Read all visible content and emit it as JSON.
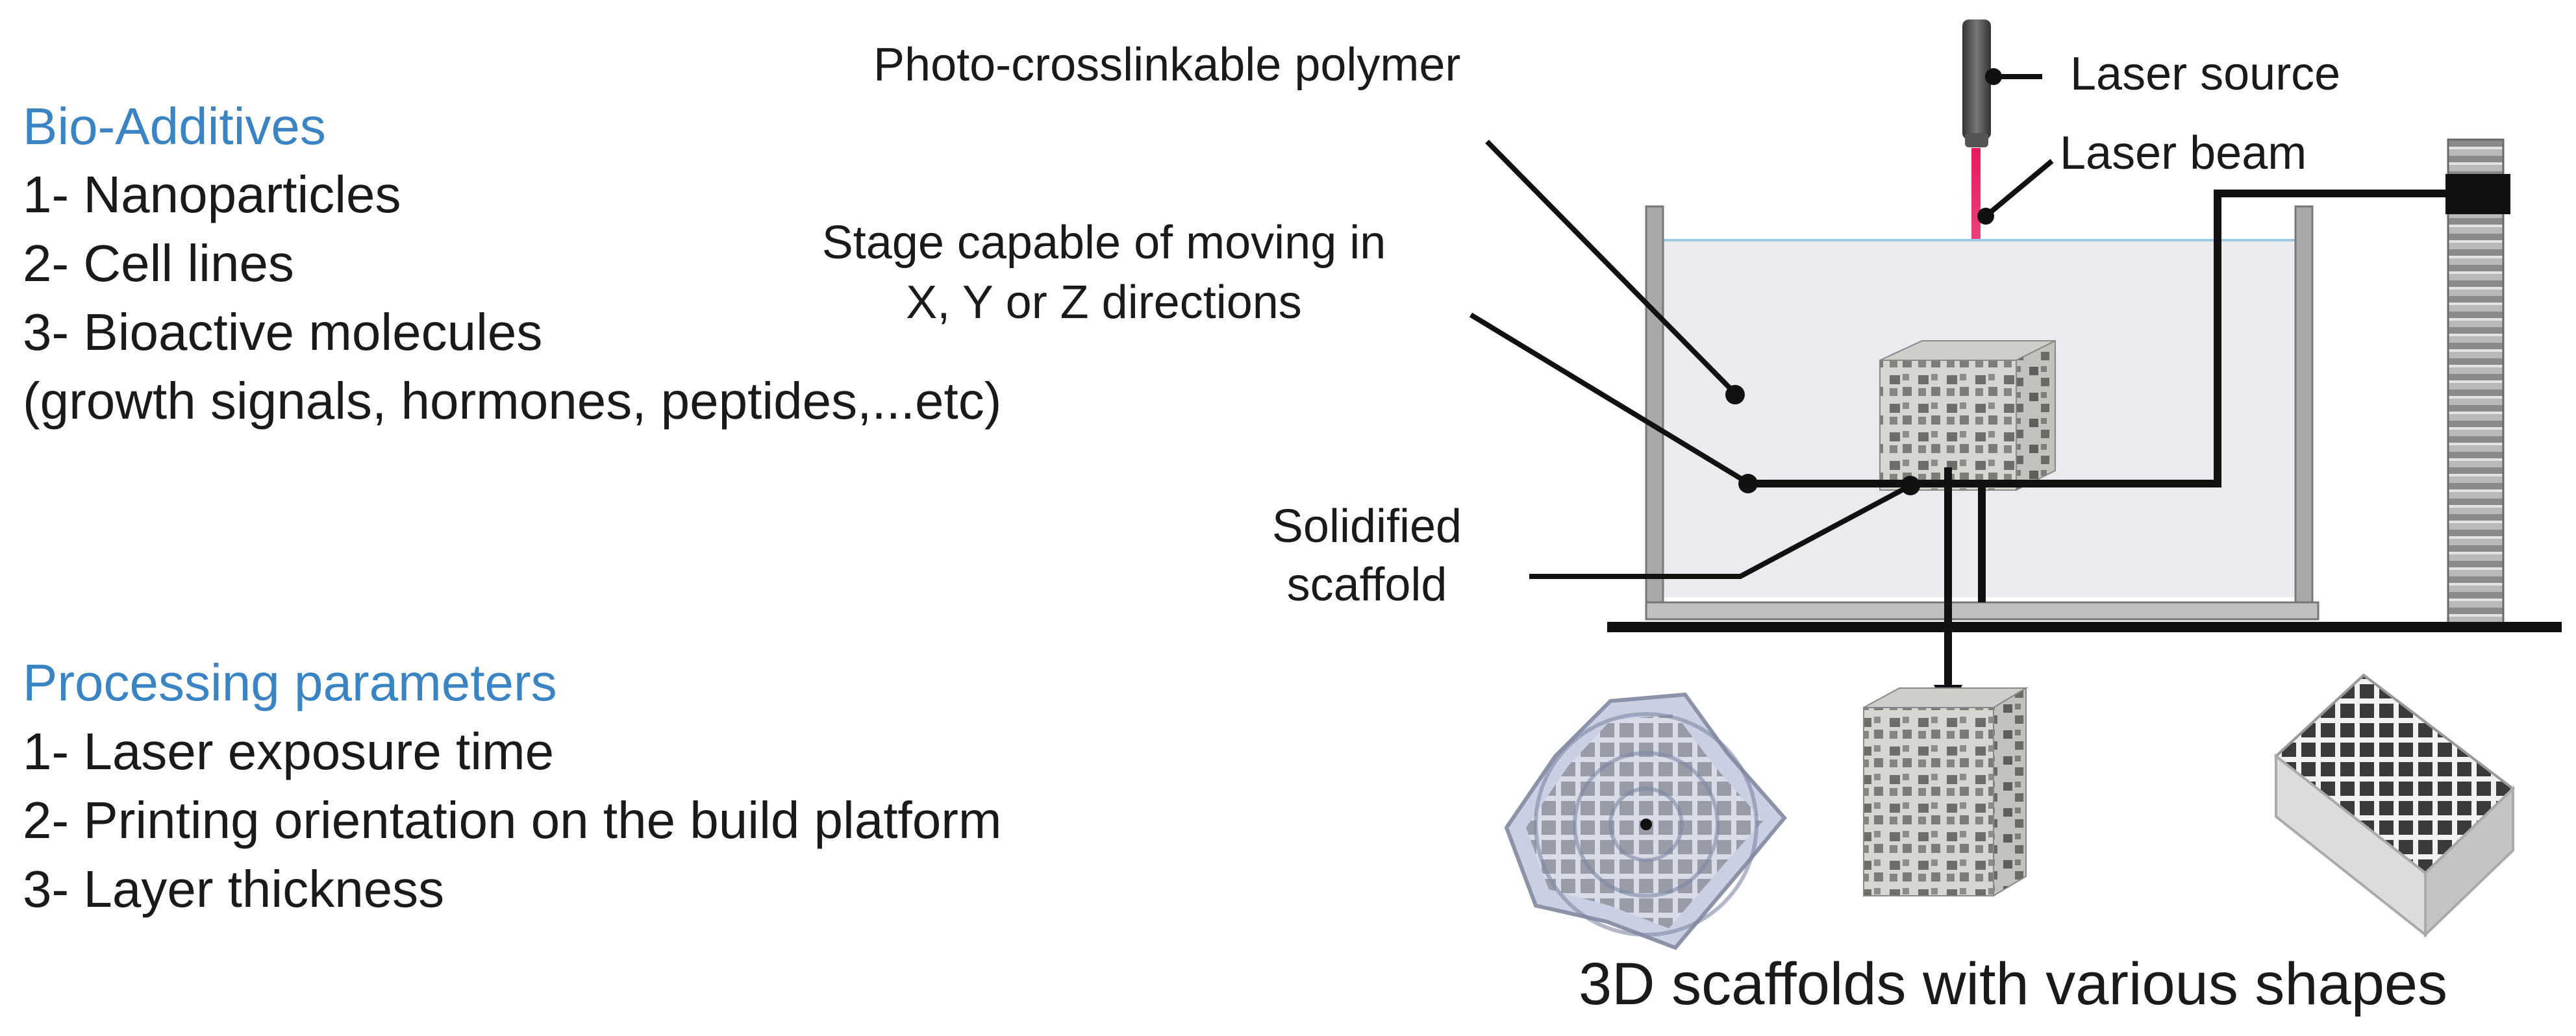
{
  "bio_additives": {
    "heading": "Bio-Additives",
    "items": [
      "1- Nanoparticles",
      "2- Cell lines",
      "3- Bioactive molecules",
      "(growth signals, hormones, peptides,...etc)"
    ]
  },
  "processing": {
    "heading": "Processing parameters",
    "items": [
      "1- Laser exposure time",
      "2- Printing orientation on the build platform",
      "3- Layer thickness"
    ]
  },
  "labels": {
    "polymer": "Photo-crosslinkable polymer",
    "stage_line1": "Stage capable of moving in",
    "stage_line2": "X, Y or Z directions",
    "laser_source": "Laser source",
    "laser_beam": "Laser beam",
    "scaffold_line1": "Solidified",
    "scaffold_line2": "scaffold"
  },
  "caption": "3D scaffolds with various shapes",
  "colors": {
    "heading": "#3a84c4",
    "laser_beam": "#e8195f",
    "resin": "#e9ebee",
    "resin_surface": "#9ec9e2",
    "line": "#111111",
    "scaffold": "#bdbdb7"
  }
}
